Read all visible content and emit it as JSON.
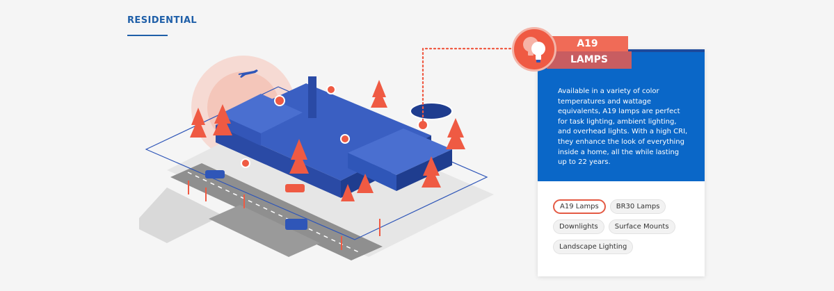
{
  "section": {
    "title": "RESIDENTIAL"
  },
  "product": {
    "badge_line1": "A19",
    "badge_line2": "LAMPS",
    "description": "Available in a variety of color temperatures and wattage equivalents, A19 lamps are perfect for task lighting, ambient lighting, and overhead lights. With a high CRI, they enhance the look of everything inside a home, all the while lasting up to 22 years."
  },
  "tags": {
    "row1": [
      "A19 Lamps",
      "BR30 Lamps"
    ],
    "row2": [
      "Downlights",
      "Surface Mounts"
    ],
    "row3": [
      "Landscape Lighting"
    ],
    "active": "A19 Lamps"
  },
  "colors": {
    "accent": "#ef5a43",
    "primary_blue": "#0a67c8",
    "title_blue": "#1f5fa8",
    "building_blue": "#2f56b8"
  },
  "icons": {
    "badge": "light-bulb-icon",
    "hotspot": "hotspot-dot-icon",
    "plane": "airplane-icon"
  }
}
